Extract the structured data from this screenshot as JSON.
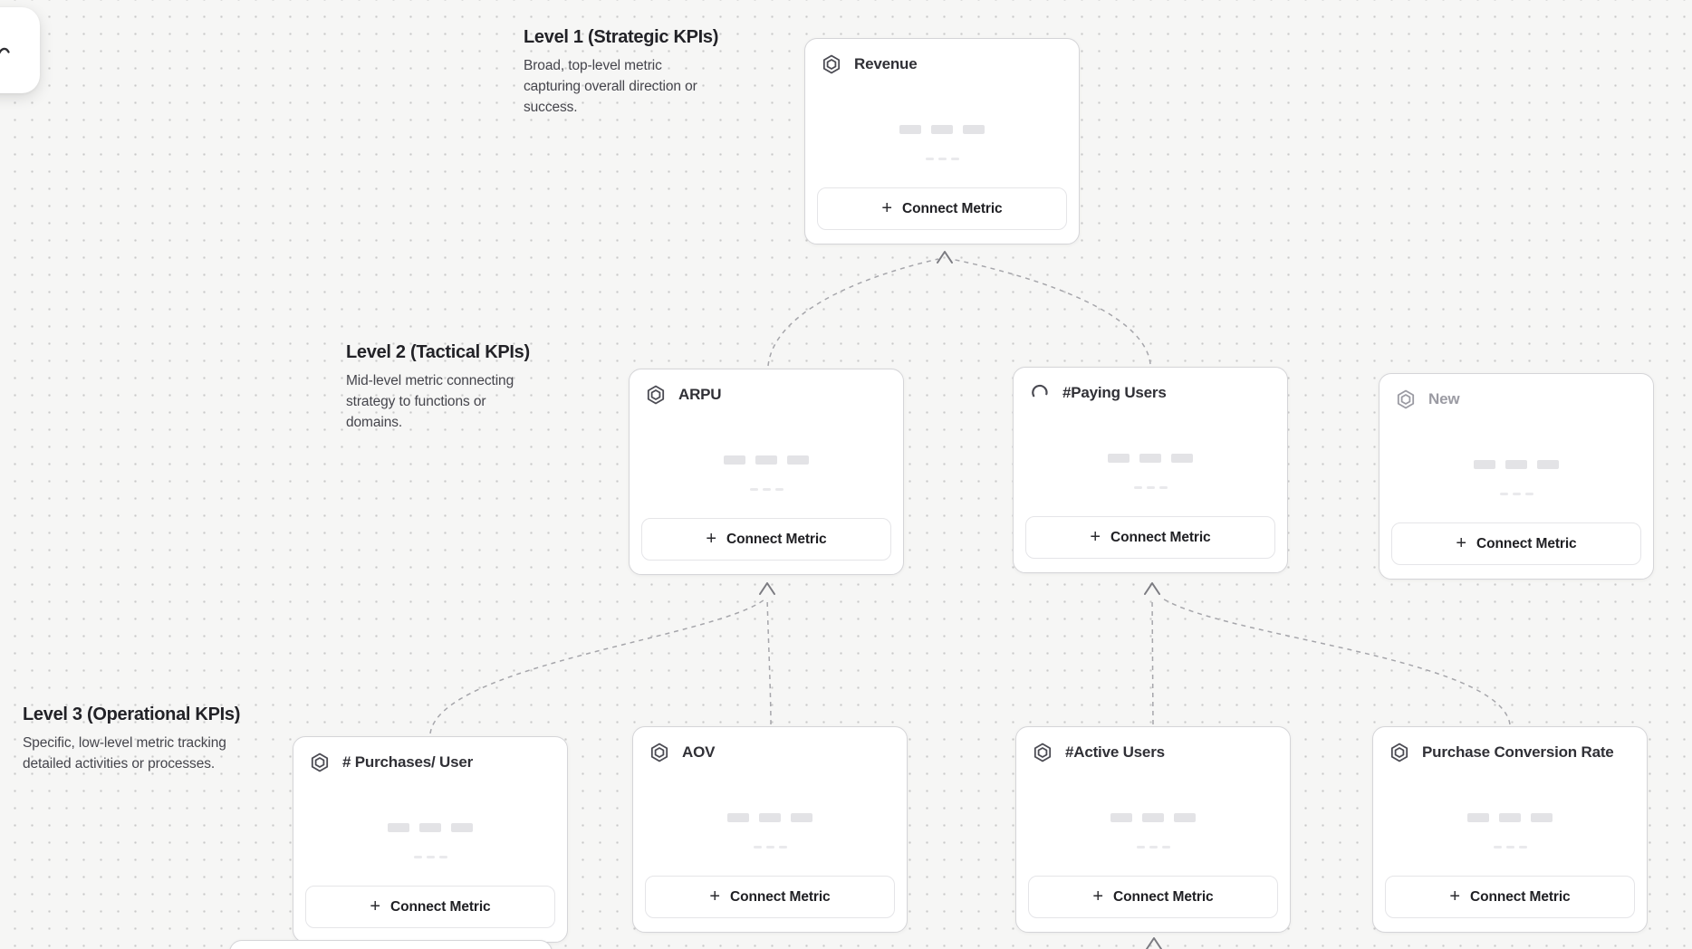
{
  "labels": {
    "connect_metric": "Connect Metric",
    "plus": "+"
  },
  "levels": [
    {
      "title": "Level 1 (Strategic KPIs)",
      "description": "Broad, top-level metric capturing overall direction or success."
    },
    {
      "title": "Level 2 (Tactical KPIs)",
      "description": "Mid-level metric connecting strategy to functions or domains."
    },
    {
      "title": "Level 3 (Operational KPIs)",
      "description": "Specific, low-level metric tracking detailed activities or processes."
    }
  ],
  "cards": [
    {
      "id": "revenue",
      "title": "Revenue",
      "icon": "hexagon-icon",
      "level": 1
    },
    {
      "id": "arpu",
      "title": "ARPU",
      "icon": "hexagon-icon",
      "level": 2
    },
    {
      "id": "paying-users",
      "title": "#Paying Users",
      "icon": "spinner-icon",
      "level": 2
    },
    {
      "id": "new",
      "title": "New",
      "icon": "hexagon-icon",
      "level": 2,
      "state": "draft"
    },
    {
      "id": "purchases-per-user",
      "title": "# Purchases/ User",
      "icon": "hexagon-icon",
      "level": 3
    },
    {
      "id": "aov",
      "title": "AOV",
      "icon": "hexagon-icon",
      "level": 3
    },
    {
      "id": "active-users",
      "title": "#Active Users",
      "icon": "hexagon-icon",
      "level": 3
    },
    {
      "id": "purchase-conversion-rate",
      "title": "Purchase Conversion Rate",
      "icon": "hexagon-icon",
      "level": 3
    }
  ],
  "colors": {
    "canvas_bg": "#f6f6f5",
    "grid_dot": "#c9c9c9",
    "card_border": "#d5d5d8",
    "card_title": "#303036",
    "draft_title": "#9b9ba3",
    "connector": "#a6a6ab",
    "arrowhead": "#7b7b81",
    "button_text": "#202024"
  }
}
